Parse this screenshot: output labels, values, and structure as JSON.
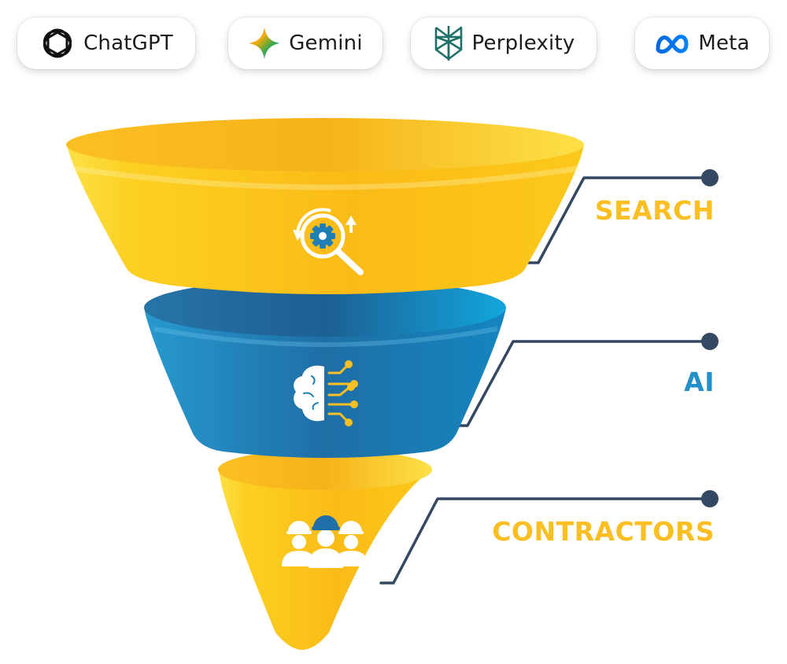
{
  "brands": [
    {
      "label": "ChatGPT",
      "icon": "openai-icon"
    },
    {
      "label": "Gemini",
      "icon": "gemini-sparkle-icon"
    },
    {
      "label": "Perplexity",
      "icon": "perplexity-icon"
    },
    {
      "label": "Meta",
      "icon": "meta-infinity-icon"
    }
  ],
  "funnel": {
    "stages": [
      {
        "label": "SEARCH",
        "icon": "search-gear-icon",
        "color": "#fbbf24",
        "label_color": "#fbbf24"
      },
      {
        "label": "AI",
        "icon": "brain-circuit-icon",
        "color": "#1f7fb5",
        "label_color": "#2390c9"
      },
      {
        "label": "CONTRACTORS",
        "icon": "workers-icon",
        "color": "#fbbf24",
        "label_color": "#fbbf24"
      }
    ],
    "connector_color": "#344862"
  }
}
